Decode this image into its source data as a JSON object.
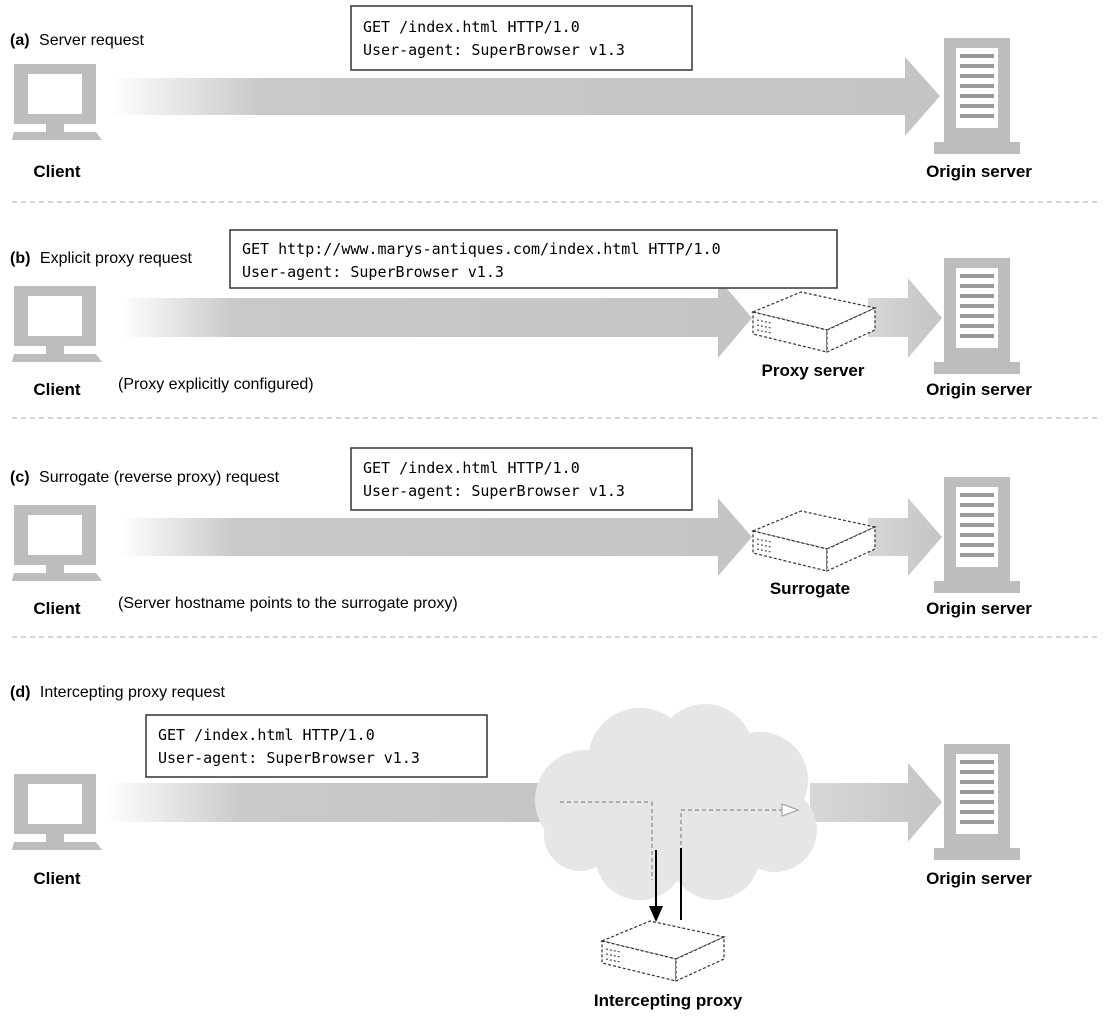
{
  "panels": [
    {
      "id": "a",
      "label": "(a)",
      "caption": "Server request",
      "request_lines": [
        "GET /index.html HTTP/1.0",
        "User-agent: SuperBrowser v1.3"
      ],
      "client_label": "Client",
      "origin_label": "Origin server"
    },
    {
      "id": "b",
      "label": "(b)",
      "caption": "Explicit proxy request",
      "request_lines": [
        "GET http://www.marys-antiques.com/index.html HTTP/1.0",
        "User-agent: SuperBrowser v1.3"
      ],
      "client_label": "Client",
      "note": "(Proxy explicitly configured)",
      "proxy_label": "Proxy server",
      "origin_label": "Origin server"
    },
    {
      "id": "c",
      "label": "(c)",
      "caption": "Surrogate (reverse proxy)  request",
      "request_lines": [
        "GET /index.html HTTP/1.0",
        "User-agent: SuperBrowser v1.3"
      ],
      "client_label": "Client",
      "note": "(Server hostname points to the surrogate proxy)",
      "proxy_label": "Surrogate",
      "origin_label": "Origin server"
    },
    {
      "id": "d",
      "label": "(d)",
      "caption": "Intercepting proxy request",
      "request_lines": [
        "GET /index.html HTTP/1.0",
        "User-agent: SuperBrowser v1.3"
      ],
      "client_label": "Client",
      "proxy_label": "Intercepting proxy",
      "origin_label": "Origin server"
    }
  ]
}
